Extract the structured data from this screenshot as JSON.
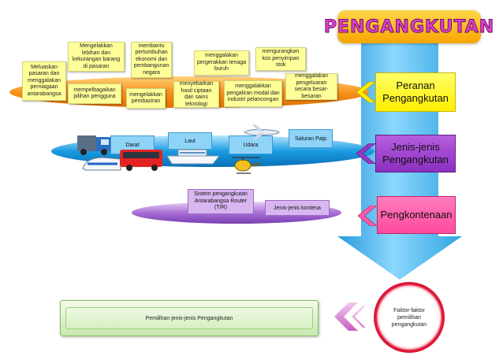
{
  "title": "PENGANGKUTAN",
  "peranan": {
    "label": "Peranan Pengangkutan",
    "notes": [
      "Meluaskan pasaran dan menggalakan perniagaan antarabangsa",
      "Mengelakkan lebihan dan kekurangan barang di pasaran",
      "mempelbagaikan pilihan pengguna",
      "membantu pertumbuhan ekonomi dan pembangunan negara",
      "mengelakkan pembaziran",
      "menyebarkan hasil ciptaan dan sains teknologi",
      "menggalakan pergerakkan tenaga buruh",
      "menggalakkan pengaliran modal dan industri pelancongan",
      "mengurangkan kos penyimpan stok",
      "menggalakan pengeluaran secara besar-besaran"
    ]
  },
  "jenis": {
    "label": "Jenis-jenis Pengangkutan",
    "items": [
      "Darat",
      "Laut",
      "Udara",
      "Saluran Paip"
    ]
  },
  "kontena": {
    "label": "Pengkontenaan",
    "items": [
      "Sistem pengangkutan Antarabangsa Router (TIR)",
      "Jenis-jenis kontena"
    ]
  },
  "faktor": {
    "circle": "Faktor-faktor pemilihan pengangkutan",
    "box": "Pemilihan jenis-jenis Pengangkutan"
  },
  "colors": {
    "title_fill": "#e040c8",
    "column": "#3fb6ef",
    "peranan_bg": "#ffff00",
    "jenis_bg": "#9a35c9",
    "kontena_bg": "#ff5ca8",
    "orange_ellipse": "#f7931e",
    "blue_ellipse": "#1a9be0",
    "purple_ellipse": "#a96fd6",
    "green_box": "#d9f0c8"
  },
  "icons": [
    "truck-icon",
    "bullet-train-icon",
    "bus-icon",
    "ship-icon",
    "airplane-icon",
    "helicopter-icon",
    "chevron-left-icon"
  ]
}
